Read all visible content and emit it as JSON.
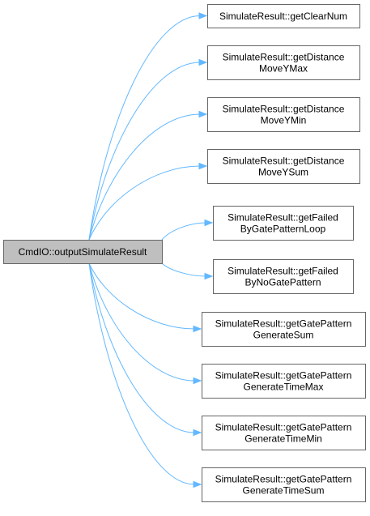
{
  "graph": {
    "source": {
      "label": "CmdIO::outputSimulateResult"
    },
    "targets": [
      {
        "label_lines": [
          "SimulateResult::getClearNum"
        ]
      },
      {
        "label_lines": [
          "SimulateResult::getDistance",
          "MoveYMax"
        ]
      },
      {
        "label_lines": [
          "SimulateResult::getDistance",
          "MoveYMin"
        ]
      },
      {
        "label_lines": [
          "SimulateResult::getDistance",
          "MoveYSum"
        ]
      },
      {
        "label_lines": [
          "SimulateResult::getFailed",
          "ByGatePatternLoop"
        ]
      },
      {
        "label_lines": [
          "SimulateResult::getFailed",
          "ByNoGatePattern"
        ]
      },
      {
        "label_lines": [
          "SimulateResult::getGatePattern",
          "GenerateSum"
        ]
      },
      {
        "label_lines": [
          "SimulateResult::getGatePattern",
          "GenerateTimeMax"
        ]
      },
      {
        "label_lines": [
          "SimulateResult::getGatePattern",
          "GenerateTimeMin"
        ]
      },
      {
        "label_lines": [
          "SimulateResult::getGatePattern",
          "GenerateTimeSum"
        ]
      }
    ],
    "colors": {
      "edge": "#63b8ff",
      "root_fill": "#bfbfbf",
      "node_fill": "#ffffff",
      "node_stroke": "#666666"
    }
  }
}
